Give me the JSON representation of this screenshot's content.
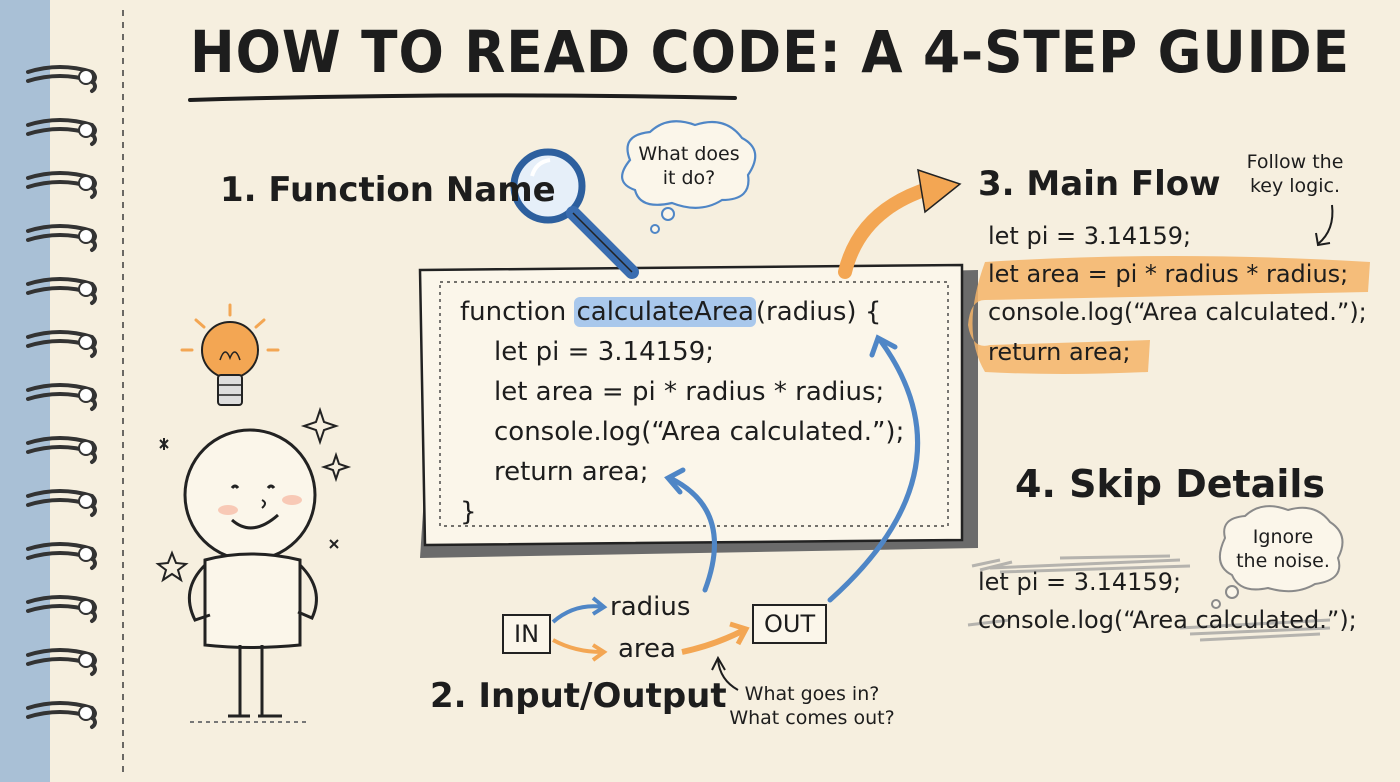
{
  "title": "HOW TO READ CODE: A 4-STEP GUIDE",
  "steps": {
    "s1": "1. Function Name",
    "s2": "2. Input/Output",
    "s3": "3. Main Flow",
    "s4": "4. Skip Details"
  },
  "bubbles": {
    "what_does": "What does\nit do?",
    "ignore": "Ignore\nthe noise."
  },
  "notes": {
    "follow": "Follow the\nkey logic.",
    "goes_in": "What goes in?\nWhat comes out?"
  },
  "code": {
    "keyword": "function ",
    "fn_name": "calculateArea",
    "signature_rest": "(radius) {",
    "line_pi": "let pi = 3.14159;",
    "line_area": "let area = pi * radius * radius;",
    "line_log": "console.log(“Area calculated.”);",
    "line_return": "return area;",
    "close": "}"
  },
  "io": {
    "in_label": "IN",
    "out_label": "OUT",
    "radius": "radius",
    "area": "area"
  },
  "main_flow": {
    "l1": "let pi = 3.14159;",
    "l2": "let area = pi * radius * radius;",
    "l3": "console.log(“Area calculated.”);",
    "l4": "return area;"
  },
  "skip": {
    "l1": "let pi = 3.14159;",
    "l2": "console.log(“Area calculated.”);"
  },
  "colors": {
    "paper": "#f6efdf",
    "spine": "#a9c0d6",
    "orange": "#f3a653",
    "blue": "#4f86c6",
    "ink": "#1d1d1d"
  }
}
